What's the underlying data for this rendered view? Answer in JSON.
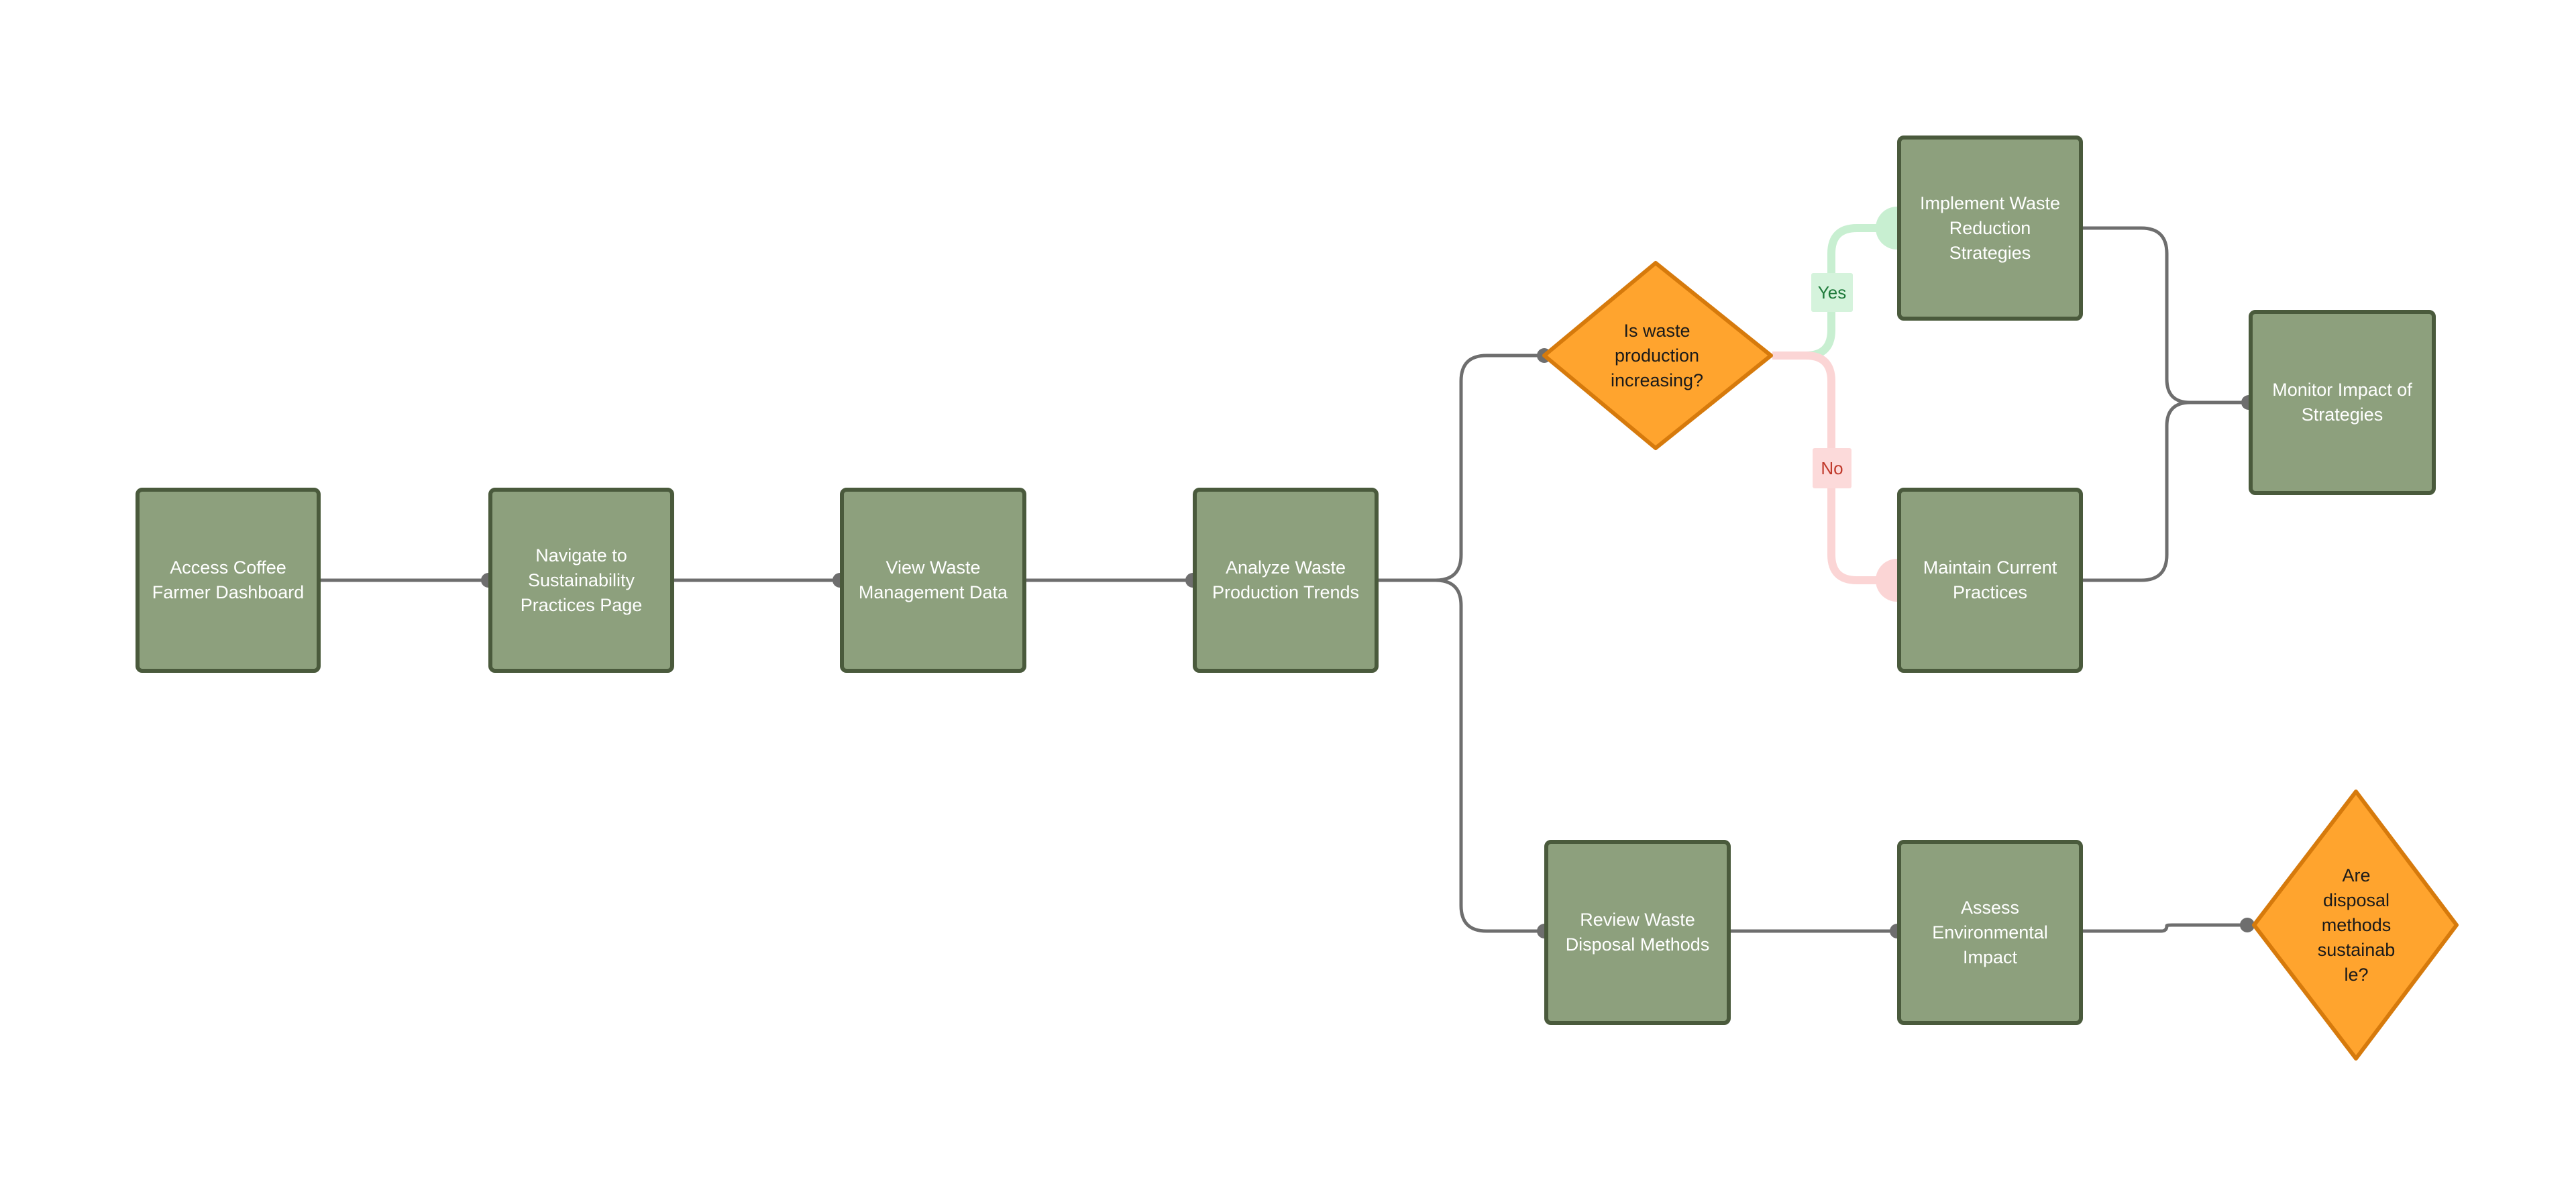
{
  "nodes": {
    "access_dashboard": "Access Coffee Farmer Dashboard",
    "navigate_sustainability": "Navigate to Sustainability Practices Page",
    "view_waste_data": "View Waste Management Data",
    "analyze_trends": "Analyze Waste Production Trends",
    "decision_increasing": "Is waste production increasing?",
    "implement_strategies": "Implement Waste Reduction Strategies",
    "maintain_practices": "Maintain Current Practices",
    "monitor_impact": "Monitor Impact of Strategies",
    "review_disposal": "Review Waste Disposal Methods",
    "assess_impact": "Assess Environmental Impact",
    "decision_sustainable": "Are disposal methods sustainab le?"
  },
  "edge_labels": {
    "yes": "Yes",
    "no": "No"
  },
  "colors": {
    "process_fill": "#8da07d",
    "process_border": "#4a5a3c",
    "decision_fill": "#ffa42e",
    "decision_border": "#d67a0c",
    "edge": "#6e6e6e",
    "yes_edge": "#c8efd1",
    "no_edge": "#fbd5d5"
  }
}
